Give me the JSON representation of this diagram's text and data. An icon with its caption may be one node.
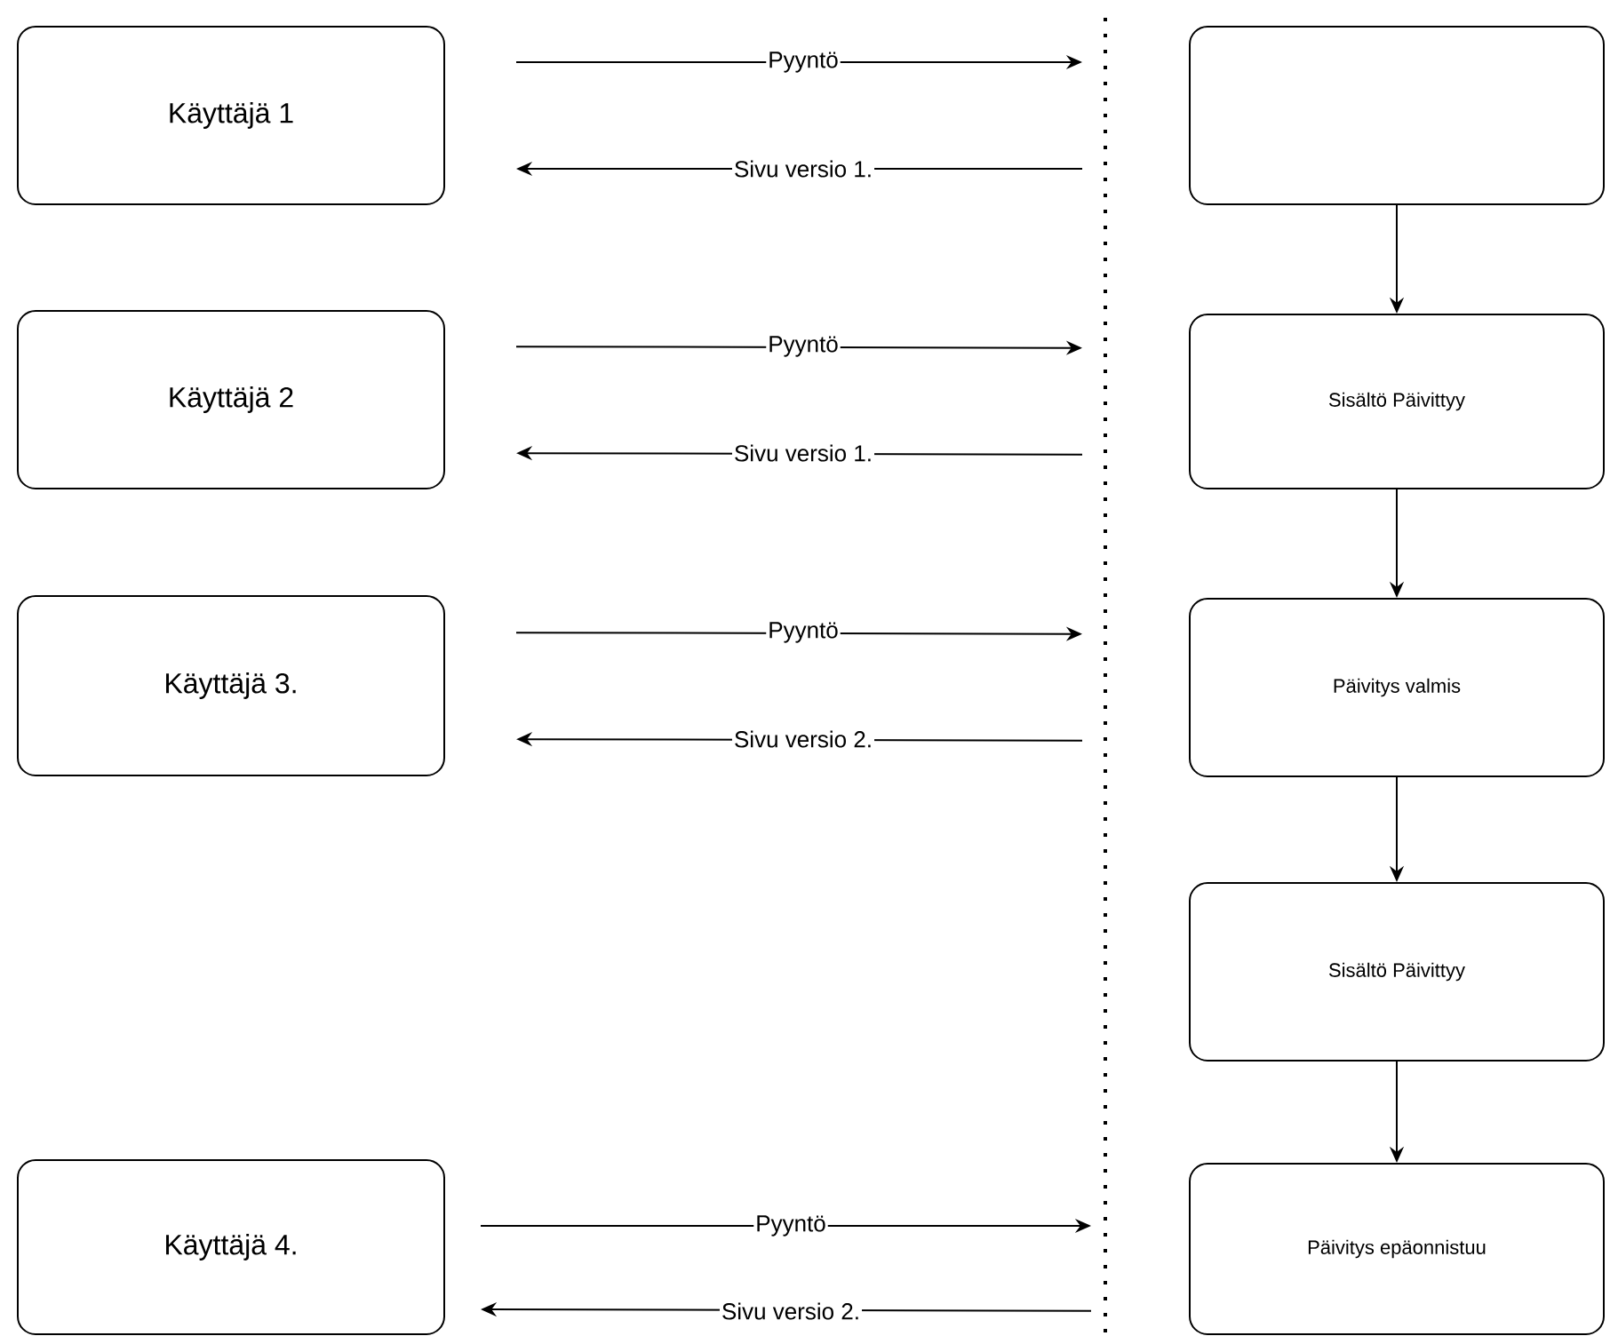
{
  "diagram": {
    "nodes": [
      {
        "text": [
          "Käyttäjä 1"
        ]
      },
      {
        "text": [
          "Käyttäjä 2"
        ]
      },
      {
        "text": [
          "Käyttäjä 3."
        ]
      },
      {
        "text": [
          "Käyttäjä 4."
        ]
      },
      {
        "text": [],
        "shape": "box"
      },
      {
        "text": [
          "Sisältö Päivittyy"
        ]
      },
      {
        "text": [
          "Päivitys valmis"
        ]
      },
      {
        "text": [
          "Sisältö Päivittyy"
        ]
      },
      {
        "text": [
          "Päivitys epäonnistuu"
        ]
      }
    ],
    "edges": [
      {
        "from": 0,
        "to": 4,
        "arrow": "to",
        "label": "Pyyntö"
      },
      {
        "from": 4,
        "to": 0,
        "arrow": "to",
        "label": "Sivu versio 1."
      },
      {
        "from": 1,
        "to": 5,
        "arrow": "to",
        "label": "Pyyntö"
      },
      {
        "from": 5,
        "to": 1,
        "arrow": "to",
        "label": "Sivu versio 1."
      },
      {
        "from": 2,
        "to": 6,
        "arrow": "to",
        "label": "Pyyntö"
      },
      {
        "from": 6,
        "to": 2,
        "arrow": "to",
        "label": "Sivu versio 2."
      },
      {
        "from": 3,
        "to": 8,
        "arrow": "to",
        "label": "Pyyntö"
      },
      {
        "from": 8,
        "to": 3,
        "arrow": "to",
        "label": "Sivu versio 2."
      },
      {
        "from": 4,
        "to": 5,
        "arrow": "to"
      },
      {
        "from": 5,
        "to": 6,
        "arrow": "to"
      },
      {
        "from": 6,
        "to": 7,
        "arrow": "to"
      },
      {
        "from": 7,
        "to": 8,
        "arrow": "to"
      }
    ]
  }
}
